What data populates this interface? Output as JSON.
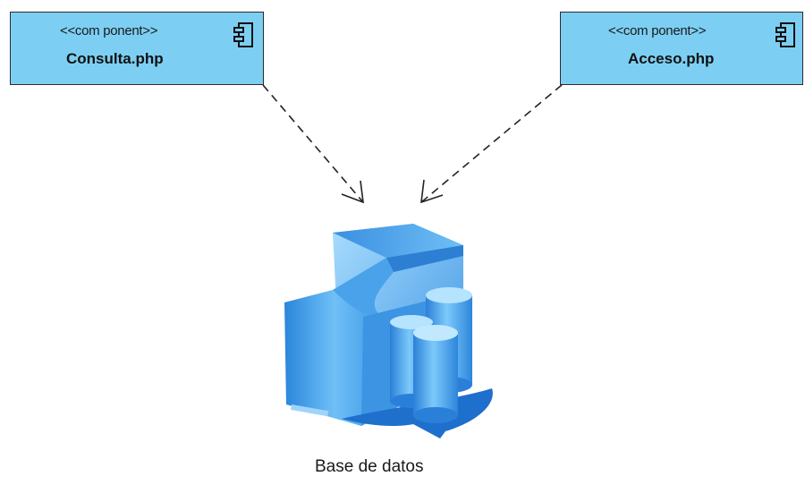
{
  "components": [
    {
      "stereotype": "<<com ponent>>",
      "name": "Consulta.php"
    },
    {
      "stereotype": "<<com ponent>>",
      "name": "Acceso.php"
    }
  ],
  "database": {
    "label": "Base de datos",
    "icon": "database-server-icon"
  },
  "colors": {
    "component_fill": "#7ccff3",
    "component_border": "#2b2b2b",
    "server_blue": "#2f8fe0",
    "server_light": "#8fd0fb"
  }
}
